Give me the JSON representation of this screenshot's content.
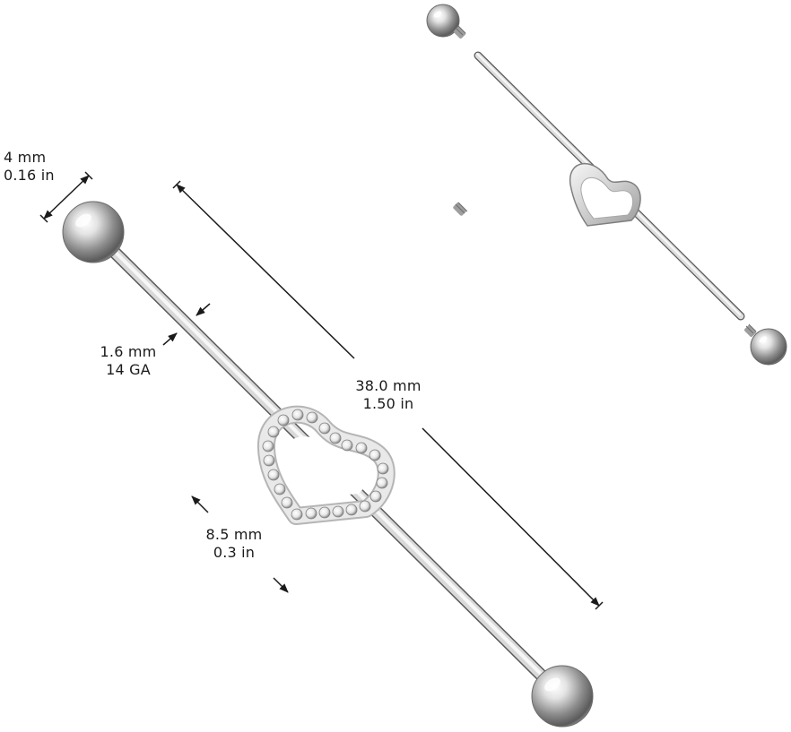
{
  "product": {
    "item_count": 2,
    "finish_color": "#c8c8c8",
    "gem_color": "#ffffff"
  },
  "dimensions": {
    "ball": {
      "value_mm": "4 mm",
      "value_in": "0.16 in"
    },
    "gauge": {
      "value_mm": "1.6 mm",
      "value_ga": "14 GA"
    },
    "length": {
      "value_mm": "38.0 mm",
      "value_in": "1.50 in"
    },
    "charm": {
      "value_mm": "8.5 mm",
      "value_in": "0.3 in"
    }
  }
}
